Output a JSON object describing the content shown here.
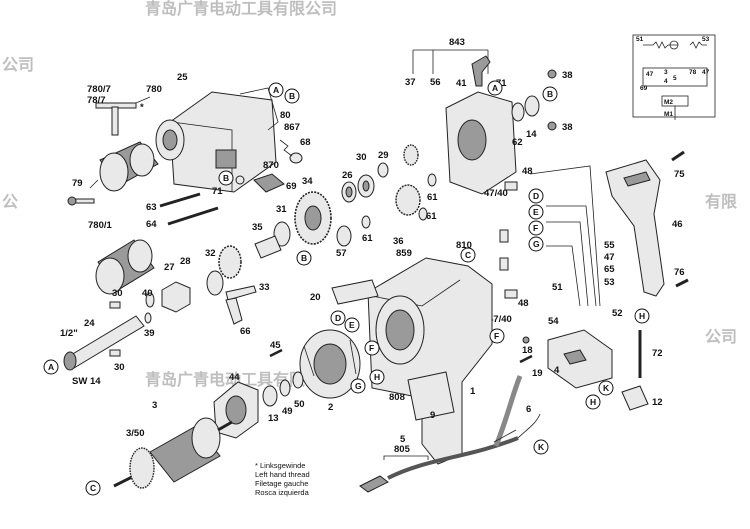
{
  "watermark": {
    "top": "青岛广青电动工具有限公司",
    "left_a": "公司",
    "left_b": "公",
    "right_a": "有限",
    "right_b": "公司",
    "center": "青岛广青电动工具有限公司"
  },
  "callouts": {
    "n780_7a": "780/7",
    "n780_7b": "78/7",
    "n780": "780",
    "n79": "79",
    "n63": "63",
    "n64": "64",
    "n780_1": "780/1",
    "n25": "25",
    "n80": "80",
    "n867": "867",
    "n68": "68",
    "n870": "870",
    "n69": "69",
    "n71a": "71",
    "n34": "34",
    "n26": "26",
    "n29": "29",
    "n30a": "30",
    "n31": "31",
    "n35": "35",
    "n32": "32",
    "n28": "28",
    "n27": "27",
    "n33": "33",
    "n40": "40",
    "n39": "39",
    "n30b": "30",
    "n24": "24",
    "n30c": "30",
    "n66": "66",
    "half": "1/2\"",
    "sw14": "SW 14",
    "n843": "843",
    "n37": "37",
    "n56": "56",
    "n41": "41",
    "n71b": "71",
    "n38a": "38",
    "n38b": "38",
    "n62": "62",
    "n14": "14",
    "n36": "36",
    "n61a": "61",
    "n61b": "61",
    "n57": "57",
    "n61c": "61",
    "n859": "859",
    "n48a": "48",
    "n47_40a": "47/40",
    "n810": "810",
    "n47_40b": "47/40",
    "n48b": "48",
    "n20": "20",
    "n55": "55",
    "n47": "47",
    "n65": "65",
    "n53": "53",
    "n51": "51",
    "n75": "75",
    "n46": "46",
    "n76": "76",
    "n52": "52",
    "n54": "54",
    "n18": "18",
    "n4": "4",
    "n19": "19",
    "n72": "72",
    "n12": "12",
    "n45": "45",
    "n2": "2",
    "n44": "44",
    "n50": "50",
    "n49": "49",
    "n13": "13",
    "n808": "808",
    "n9": "9",
    "n1": "1",
    "n6": "6",
    "n3": "3",
    "n3_50": "3/50",
    "n5": "5",
    "n805": "805"
  },
  "circles": {
    "A1": "A",
    "B1": "B",
    "B2": "B",
    "B3": "B",
    "B4": "B",
    "C1": "C",
    "D1": "D",
    "D2": "D",
    "E1": "E",
    "E2": "E",
    "F1": "F",
    "F2": "F",
    "G1": "G",
    "G2": "G",
    "H1": "H",
    "H2": "H",
    "H3": "H",
    "K1": "K",
    "K2": "K",
    "A2": "A",
    "C2": "C"
  },
  "schematic": {
    "n51": "51",
    "n53": "53",
    "n47a": "47",
    "n3": "3",
    "n78": "78",
    "n47b": "47",
    "n4": "4",
    "n5": "5",
    "n69": "69",
    "m2": "M2",
    "m1": "M1"
  },
  "legend": {
    "star": "*",
    "line1": "Linksgewinde",
    "line2": "Left hand thread",
    "line3": "Filetage gauche",
    "line4": "Rosca izquierda"
  }
}
